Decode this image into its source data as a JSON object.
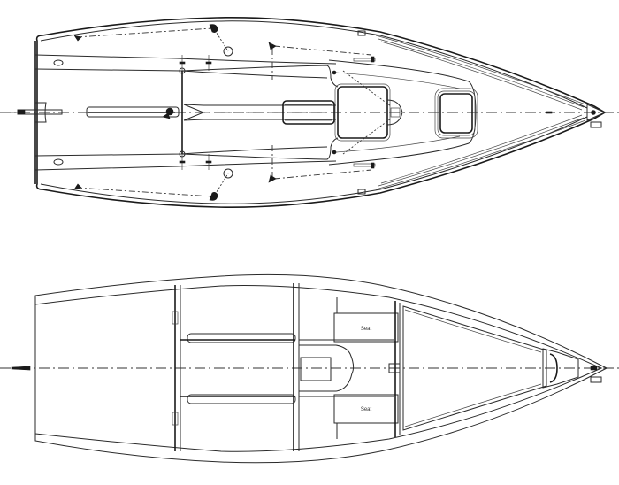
{
  "drawing": {
    "views": [
      {
        "id": "deck-plan",
        "description": "Top view of sailboat deck layout with rigging, cockpit, hatch and bow fitting",
        "labels": []
      },
      {
        "id": "interior-plan",
        "description": "Top view of sailboat hull interior with bulkheads, centre trunk and seats",
        "labels": {
          "seat_port": "Seat",
          "seat_starboard": "Seat"
        }
      }
    ],
    "colors": {
      "line": "#2a2a2a",
      "background": "#ffffff"
    }
  }
}
